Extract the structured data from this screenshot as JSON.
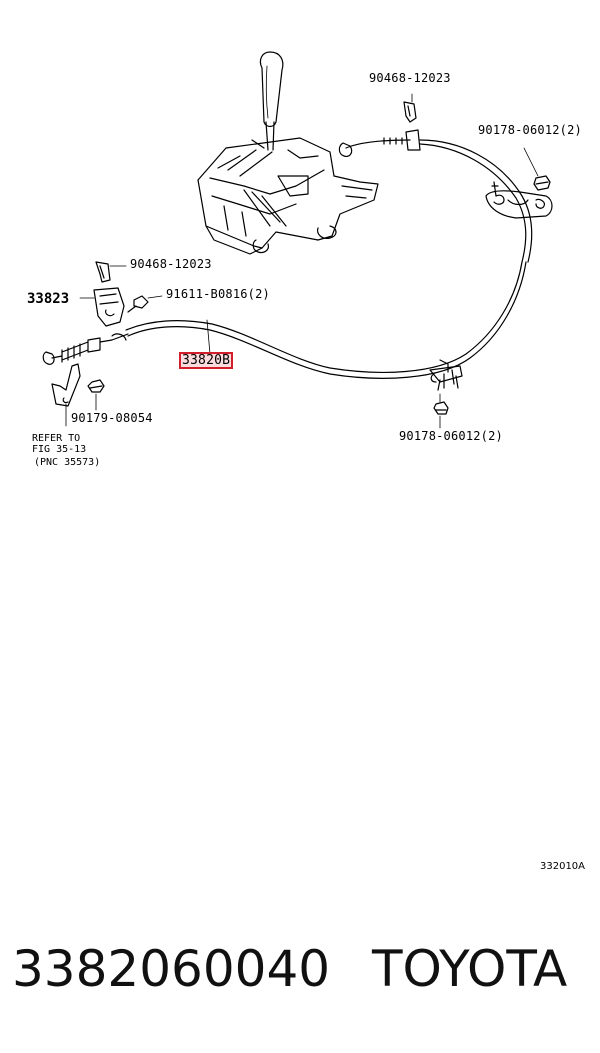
{
  "diagram": {
    "labels": {
      "clip_top": "90468-12023",
      "nut_top": "90178-06012(2)",
      "clip_left": "90468-12023",
      "bracket": "33823",
      "bolt": "91611-B0816(2)",
      "cable": "33820B",
      "nut_left": "90179-08054",
      "nut_bottom": "90178-06012(2)",
      "refer_1": "REFER TO",
      "refer_2": "FIG 35-13",
      "refer_3": "(PNC 35573)",
      "drawing_code": "332010A"
    },
    "highlight_color": "#d21f2b"
  },
  "footer": {
    "part_number": "3382060040",
    "brand": "TOYOTA"
  }
}
